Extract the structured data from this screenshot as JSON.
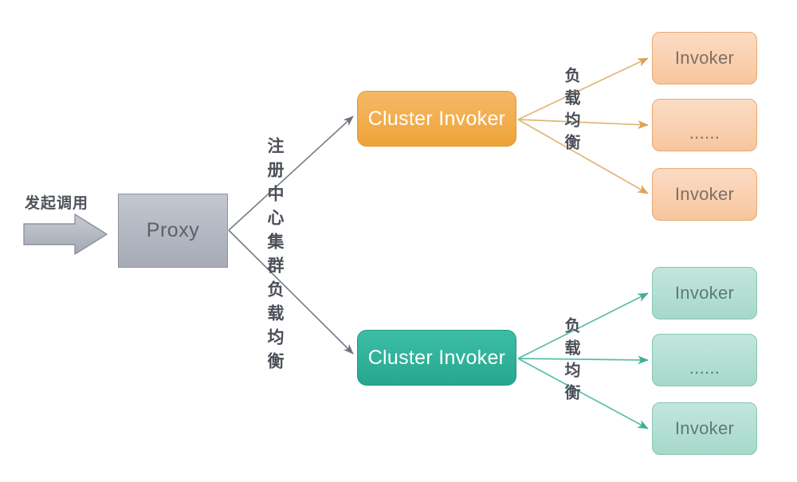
{
  "diagram": {
    "title": "Dubbo Cluster Invoker load balancing diagram",
    "background": "#ffffff",
    "entry": {
      "label": "发起调用",
      "arrow_icon": "block-arrow-right-icon"
    },
    "proxy": {
      "label": "Proxy",
      "fill": "#b2b7c1",
      "border": "#8d929c",
      "text_color": "#5c6068"
    },
    "registry_annotation": {
      "label": "注册中心集群负载均衡",
      "orientation": "vertical",
      "color": "#4a4f58"
    },
    "branches": [
      {
        "id": "orange-branch",
        "accent": "#f2ad4e",
        "line_color": "#e3b578",
        "cluster": {
          "label": "Cluster Invoker",
          "fill": "#f2ad4e",
          "text_color": "#ffffff"
        },
        "loadbalance_annotation": {
          "label": "负载均衡",
          "orientation": "vertical"
        },
        "invokers": [
          {
            "label": "Invoker",
            "fill": "#f9cfae",
            "text_color": "#7d6f64"
          },
          {
            "label": "......",
            "fill": "#f9cfae",
            "text_color": "#7d6f64"
          },
          {
            "label": "Invoker",
            "fill": "#f9cfae",
            "text_color": "#7d6f64"
          }
        ]
      },
      {
        "id": "green-branch",
        "accent": "#30b199",
        "line_color": "#59bda9",
        "cluster": {
          "label": "Cluster Invoker",
          "fill": "#30b199",
          "text_color": "#ffffff"
        },
        "loadbalance_annotation": {
          "label": "负载均衡",
          "orientation": "vertical"
        },
        "invokers": [
          {
            "label": "Invoker",
            "fill": "#b2ded2",
            "text_color": "#5f7a73"
          },
          {
            "label": "......",
            "fill": "#b2ded2",
            "text_color": "#5f7a73"
          },
          {
            "label": "Invoker",
            "fill": "#b2ded2",
            "text_color": "#5f7a73"
          }
        ]
      }
    ]
  }
}
